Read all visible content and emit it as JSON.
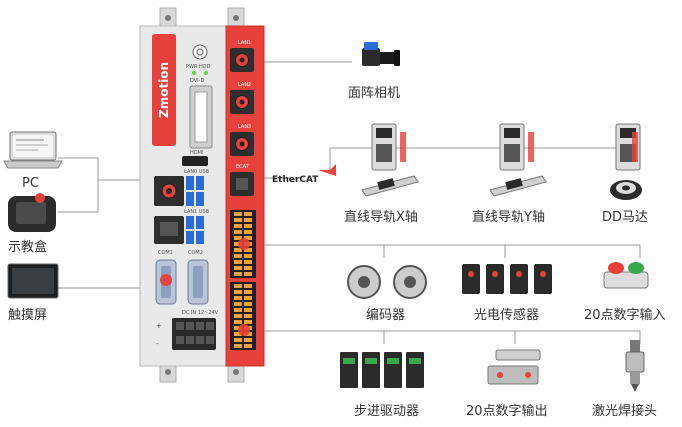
{
  "controller": {
    "brand": "Zmotion",
    "ports": {
      "lan1": "LAN1",
      "lan2": "LAN2",
      "lan3": "LAN3",
      "ecat": "ECAT",
      "hdmi": "HDMI",
      "dvi": "DVI-D",
      "pwr_hdd": "PWR HDD",
      "lan_usb_1": "LAN0 USB",
      "lan_usb_2": "LAN1 USB",
      "com1": "COM1",
      "com2": "COM2",
      "dc_in": "DC IN 12~24V"
    }
  },
  "ethercat_label": "EtherCAT",
  "devices": {
    "pc": "PC",
    "teach_pendant": "示教盒",
    "touch_screen": "触摸屏",
    "camera": "面阵相机",
    "linear_x": "直线导轨X轴",
    "linear_y": "直线导轨Y轴",
    "dd_motor": "DD马达",
    "encoder": "编码器",
    "photo_sensor": "光电传感器",
    "digital_input": "20点数字输入",
    "stepper_driver": "步进驱动器",
    "digital_output": "20点数字输出",
    "laser_head": "激光焊接头"
  },
  "colors": {
    "accent_red": "#e8403a",
    "panel_gray": "#e9e9e9",
    "line_gray": "#9a9a9a",
    "dark": "#333333"
  }
}
